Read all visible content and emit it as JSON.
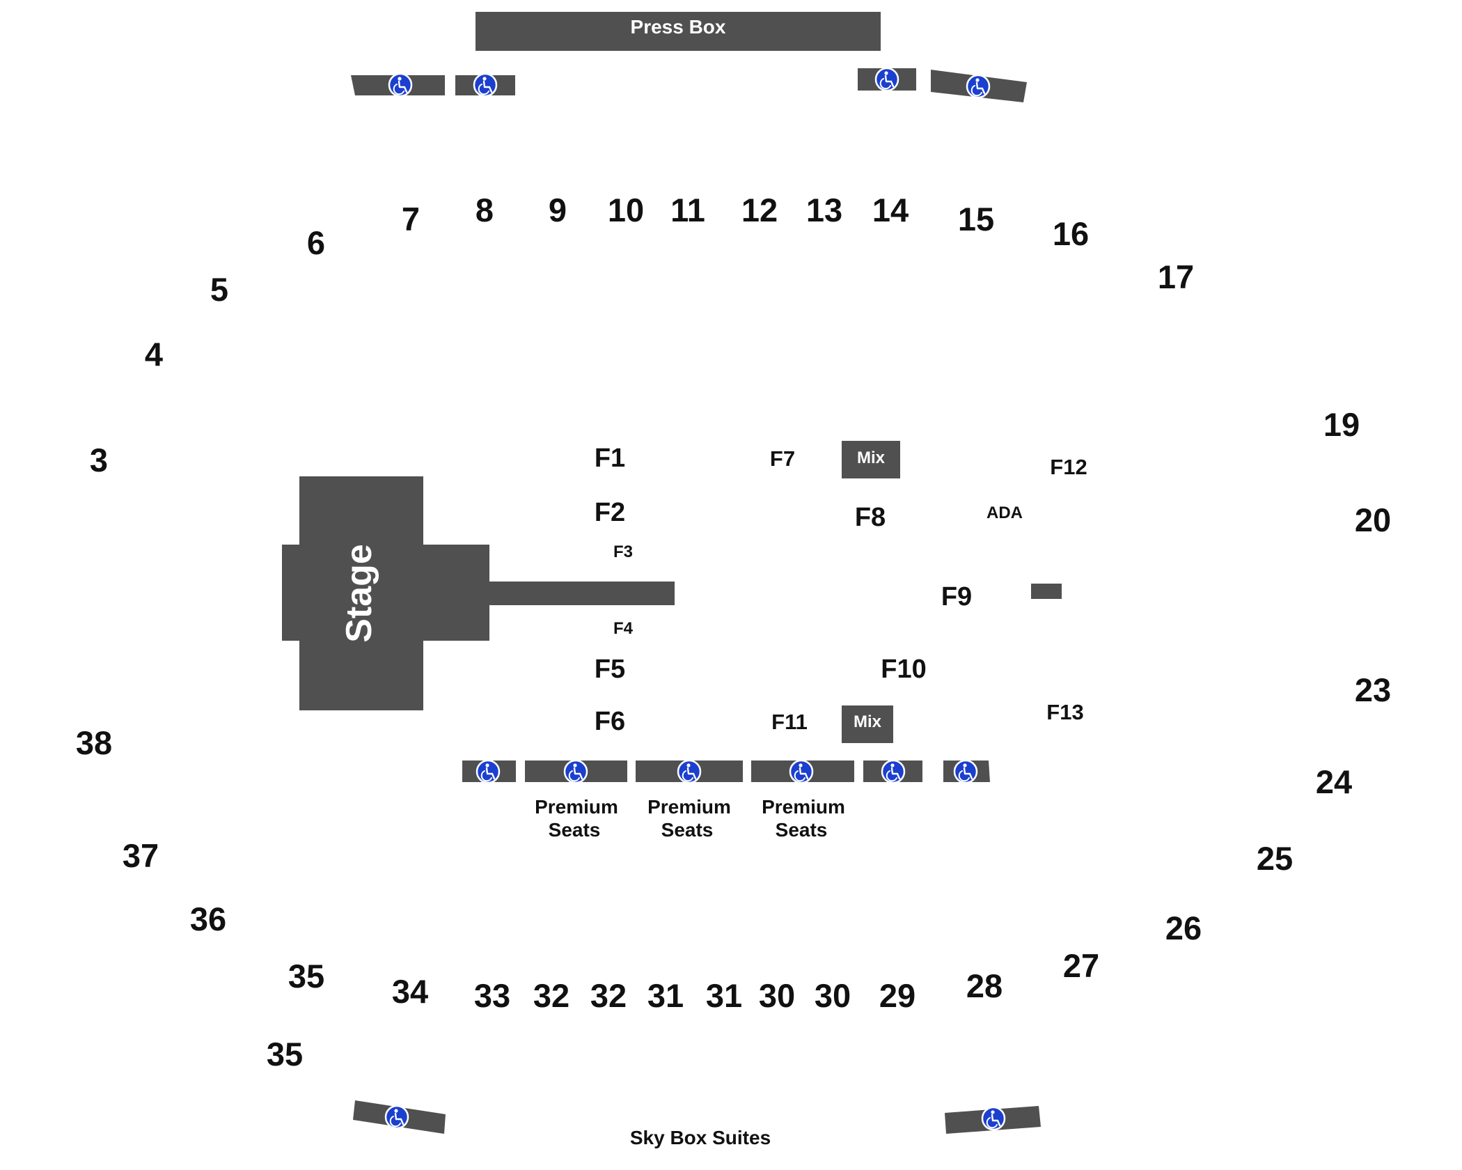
{
  "labels": {
    "press_box": "Press Box",
    "stage": "Stage",
    "mix": "Mix",
    "ada": "ADA",
    "premium_line1": "Premium",
    "premium_line2": "Seats",
    "sky_box": "Sky Box Suites"
  },
  "sections": {
    "s3": "3",
    "s4": "4",
    "s5": "5",
    "s6": "6",
    "s7": "7",
    "s8": "8",
    "s9": "9",
    "s10": "10",
    "s11": "11",
    "s12": "12",
    "s13": "13",
    "s14": "14",
    "s15": "15",
    "s16": "16",
    "s17": "17",
    "s19": "19",
    "s20": "20",
    "s23": "23",
    "s24": "24",
    "s25": "25",
    "s26": "26",
    "s27": "27",
    "s28": "28",
    "s29": "29",
    "s30": "30",
    "s31": "31",
    "s32": "32",
    "s33": "33",
    "s34": "34",
    "s35": "35",
    "s36": "36",
    "s37": "37",
    "s38": "38"
  },
  "floor": {
    "f1": "F1",
    "f2": "F2",
    "f3": "F3",
    "f4": "F4",
    "f5": "F5",
    "f6": "F6",
    "f7": "F7",
    "f8": "F8",
    "f9": "F9",
    "f10": "F10",
    "f11": "F11",
    "f12": "F12",
    "f13": "F13"
  },
  "icons": {
    "accessible": "wheelchair-icon"
  },
  "colors": {
    "block": "#505050",
    "ada_blue": "#1b3fcf",
    "text": "#111111"
  }
}
